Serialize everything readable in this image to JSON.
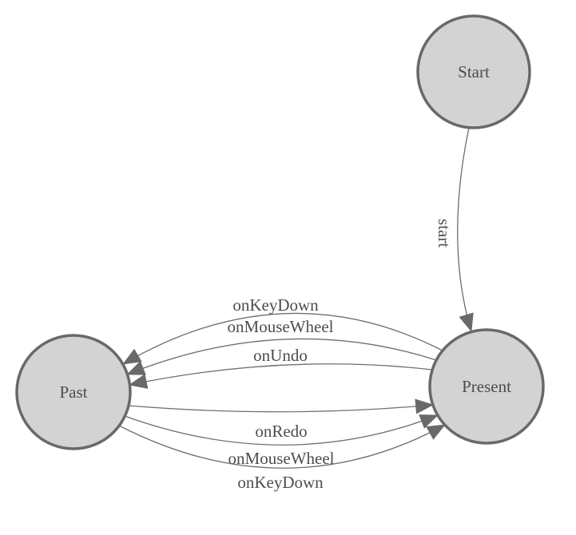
{
  "diagram": {
    "type": "state-machine-diagram",
    "background": "#ffffff",
    "colors": {
      "node_fill": "#d3d3d3",
      "node_border": "#696969",
      "edge_line": "#6e6e6e",
      "arrowhead": "#696969",
      "label_text": "#4d4d4d"
    },
    "nodes": [
      {
        "id": "start",
        "label": "Start"
      },
      {
        "id": "present",
        "label": "Present"
      },
      {
        "id": "past",
        "label": "Past"
      }
    ],
    "edges": [
      {
        "id": "start-to-present",
        "from": "Start",
        "to": "Present",
        "label": "start"
      },
      {
        "id": "present-to-past-onkeydown",
        "from": "Present",
        "to": "Past",
        "label": "onKeyDown"
      },
      {
        "id": "present-to-past-onmousewheel",
        "from": "Present",
        "to": "Past",
        "label": "onMouseWheel"
      },
      {
        "id": "present-to-past-onundo",
        "from": "Present",
        "to": "Past",
        "label": "onUndo"
      },
      {
        "id": "past-to-present-onredo",
        "from": "Past",
        "to": "Present",
        "label": "onRedo"
      },
      {
        "id": "past-to-present-onmousewheel",
        "from": "Past",
        "to": "Present",
        "label": "onMouseWheel"
      },
      {
        "id": "past-to-present-onkeydown",
        "from": "Past",
        "to": "Present",
        "label": "onKeyDown"
      }
    ]
  }
}
